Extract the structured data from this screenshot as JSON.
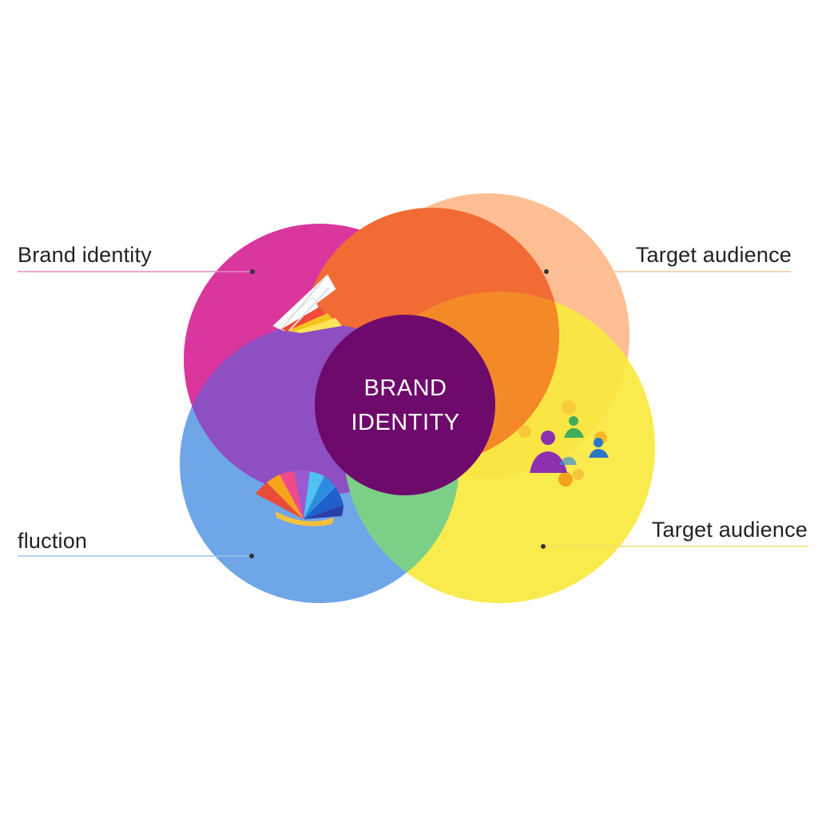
{
  "labels": {
    "brand_identity": "Brand identity",
    "target_audience_top": "Target audience",
    "function": "fluction",
    "target_audience_bottom": "Target audience"
  },
  "center": {
    "line1": "BRAND",
    "line2": "IDENTITY"
  },
  "colors": {
    "magenta": "#d9369e",
    "orange": "#f26b35",
    "peach": "#fdb98a",
    "yellow": "#f9e840",
    "blue": "#6ea6e8",
    "purple_overlap": "#8e4fc3",
    "green_overlap": "#7ccf87",
    "center": "#6e0a6c",
    "line_brand": "#e28dc0",
    "line_audience_top": "#f7c3a0",
    "line_function": "#9cc4ee",
    "line_audience_bottom": "#f3df6a"
  },
  "icons": [
    "color-swatch-fan-icon",
    "color-palette-fan-icon",
    "people-group-icon"
  ]
}
